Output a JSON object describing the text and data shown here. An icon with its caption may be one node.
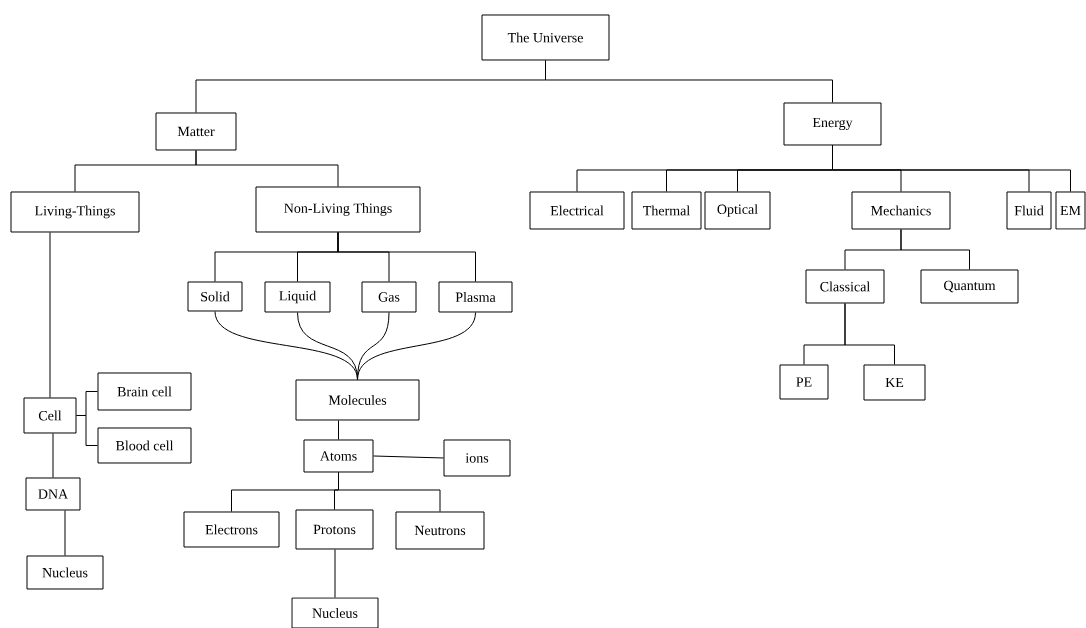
{
  "diagram": {
    "nodes": [
      {
        "text": [
          "The Universe"
        ]
      },
      {
        "text": [
          "Matter"
        ]
      },
      {
        "text": [
          "Energy"
        ]
      },
      {
        "text": [
          "Living-Things"
        ]
      },
      {
        "text": [
          "Non-Living Things"
        ]
      },
      {
        "text": [
          "Electrical"
        ]
      },
      {
        "text": [
          "Thermal"
        ]
      },
      {
        "text": [
          "Optical"
        ]
      },
      {
        "text": [
          "Mechanics"
        ]
      },
      {
        "text": [
          "Fluid"
        ]
      },
      {
        "text": [
          "EM"
        ]
      },
      {
        "text": [
          "Solid"
        ]
      },
      {
        "text": [
          "Liquid"
        ]
      },
      {
        "text": [
          "Gas"
        ]
      },
      {
        "text": [
          "Plasma"
        ]
      },
      {
        "text": [
          "Classical"
        ]
      },
      {
        "text": [
          "Quantum"
        ]
      },
      {
        "text": [
          "Brain cell"
        ]
      },
      {
        "text": [
          "Cell"
        ]
      },
      {
        "text": [
          "Blood cell"
        ]
      },
      {
        "text": [
          "Molecules"
        ]
      },
      {
        "text": [
          "PE"
        ]
      },
      {
        "text": [
          "KE"
        ]
      },
      {
        "text": [
          "Atoms"
        ]
      },
      {
        "text": [
          "ions"
        ]
      },
      {
        "text": [
          "DNA"
        ]
      },
      {
        "text": [
          "Electrons"
        ]
      },
      {
        "text": [
          "Protons"
        ]
      },
      {
        "text": [
          "Neutrons"
        ]
      },
      {
        "text": [
          "Nucleus"
        ]
      },
      {
        "text": [
          "Nucleus"
        ]
      }
    ],
    "edges": [
      {
        "from": 0,
        "to": 1,
        "arrow": "none"
      },
      {
        "from": 0,
        "to": 2,
        "arrow": "none"
      },
      {
        "from": 1,
        "to": 3,
        "arrow": "none"
      },
      {
        "from": 1,
        "to": 4,
        "arrow": "none"
      },
      {
        "from": 2,
        "to": 5,
        "arrow": "none"
      },
      {
        "from": 2,
        "to": 6,
        "arrow": "none"
      },
      {
        "from": 2,
        "to": 7,
        "arrow": "none"
      },
      {
        "from": 2,
        "to": 8,
        "arrow": "none"
      },
      {
        "from": 2,
        "to": 9,
        "arrow": "none"
      },
      {
        "from": 2,
        "to": 10,
        "arrow": "none"
      },
      {
        "from": 3,
        "to": 18,
        "arrow": "none"
      },
      {
        "from": 4,
        "to": 11,
        "arrow": "none"
      },
      {
        "from": 4,
        "to": 12,
        "arrow": "none"
      },
      {
        "from": 4,
        "to": 13,
        "arrow": "none"
      },
      {
        "from": 4,
        "to": 14,
        "arrow": "none"
      },
      {
        "from": 11,
        "to": 20,
        "arrow": "none"
      },
      {
        "from": 12,
        "to": 20,
        "arrow": "none"
      },
      {
        "from": 13,
        "to": 20,
        "arrow": "none"
      },
      {
        "from": 14,
        "to": 20,
        "arrow": "none"
      },
      {
        "from": 8,
        "to": 15,
        "arrow": "none"
      },
      {
        "from": 8,
        "to": 16,
        "arrow": "none"
      },
      {
        "from": 15,
        "to": 21,
        "arrow": "none"
      },
      {
        "from": 15,
        "to": 22,
        "arrow": "none"
      },
      {
        "from": 18,
        "to": 17,
        "arrow": "none"
      },
      {
        "from": 18,
        "to": 19,
        "arrow": "none"
      },
      {
        "from": 18,
        "to": 25,
        "arrow": "none"
      },
      {
        "from": 25,
        "to": 29,
        "arrow": "none"
      },
      {
        "from": 20,
        "to": 23,
        "arrow": "none"
      },
      {
        "from": 23,
        "to": 24,
        "arrow": "none"
      },
      {
        "from": 23,
        "to": 26,
        "arrow": "none"
      },
      {
        "from": 23,
        "to": 27,
        "arrow": "none"
      },
      {
        "from": 23,
        "to": 28,
        "arrow": "none"
      },
      {
        "from": 27,
        "to": 30,
        "arrow": "none"
      }
    ]
  }
}
